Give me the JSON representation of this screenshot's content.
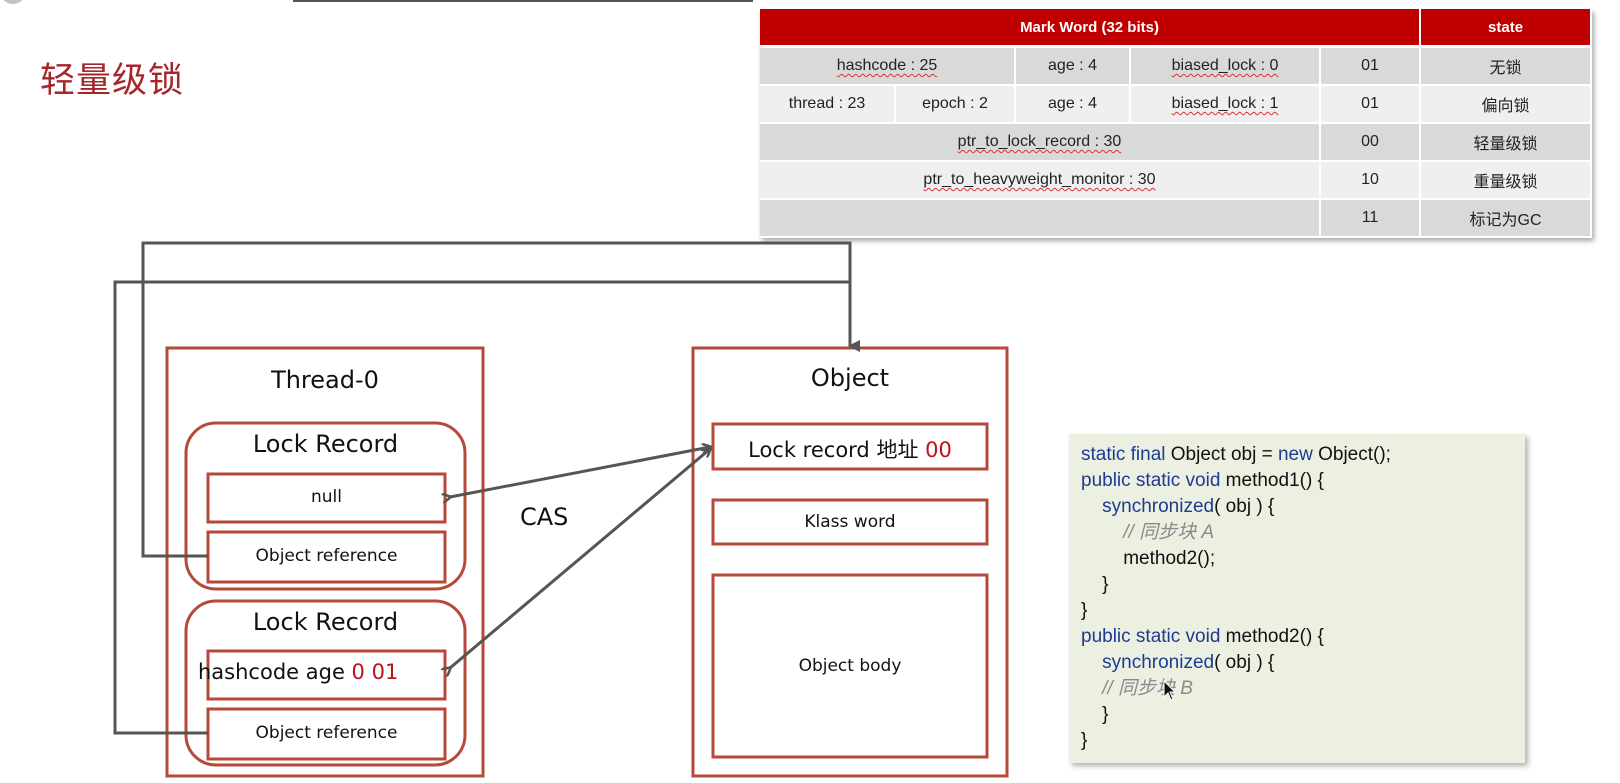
{
  "page": {
    "title": "轻量级锁"
  },
  "mark_word_table": {
    "header": {
      "mark_word": "Mark Word (32 bits)",
      "state": "state"
    },
    "rows": [
      {
        "cells": [
          "hashcode : 25",
          "age : 4",
          "biased_lock : 0"
        ],
        "bits": "01",
        "state": "无锁"
      },
      {
        "cells": [
          "thread : 23",
          "epoch : 2",
          "age : 4",
          "biased_lock : 1"
        ],
        "bits": "01",
        "state": "偏向锁"
      },
      {
        "cells": [
          "ptr_to_lock_record : 30"
        ],
        "bits": "00",
        "state": "轻量级锁"
      },
      {
        "cells": [
          "ptr_to_heavyweight_monitor : 30"
        ],
        "bits": "10",
        "state": "重量级锁"
      },
      {
        "cells": [
          ""
        ],
        "bits": "11",
        "state": "标记为GC"
      }
    ]
  },
  "diagram": {
    "thread": {
      "title": "Thread-0",
      "lock_records": [
        {
          "title": "Lock Record",
          "slot1": "null",
          "slot2": "Object reference"
        },
        {
          "title": "Lock Record",
          "slot1_text": "hashcode age ",
          "slot1_highlight": "0 01",
          "slot2": "Object reference"
        }
      ]
    },
    "cas_label": "CAS",
    "object": {
      "title": "Object",
      "mark_word_text": "Lock record 地址 ",
      "mark_word_highlight": "00",
      "klass_word": "Klass word",
      "body": "Object body"
    },
    "colors": {
      "box_border": "#b5493a",
      "arrow": "#555555",
      "highlight": "#c0101a"
    }
  },
  "code": {
    "lines": [
      [
        {
          "t": "static final",
          "c": "kw"
        },
        {
          "t": " Object obj = "
        },
        {
          "t": "new",
          "c": "kw"
        },
        {
          "t": " Object();"
        }
      ],
      [
        {
          "t": "public static void",
          "c": "kw"
        },
        {
          "t": " method1() {"
        }
      ],
      [
        {
          "t": "    "
        },
        {
          "t": "synchronized",
          "c": "kw"
        },
        {
          "t": "( obj ) {"
        }
      ],
      [
        {
          "t": "        "
        },
        {
          "t": "// 同步块 A",
          "c": "cm"
        }
      ],
      [
        {
          "t": "        method2();"
        }
      ],
      [
        {
          "t": "    }"
        }
      ],
      [
        {
          "t": "}"
        }
      ],
      [
        {
          "t": "public static void",
          "c": "kw"
        },
        {
          "t": " method2() {"
        }
      ],
      [
        {
          "t": "    "
        },
        {
          "t": "synchronized",
          "c": "kw"
        },
        {
          "t": "( obj ) {"
        }
      ],
      [
        {
          "t": "    "
        },
        {
          "t": "// 同步块 B",
          "c": "cm"
        }
      ],
      [
        {
          "t": "    }"
        }
      ],
      [
        {
          "t": "}"
        }
      ]
    ]
  }
}
